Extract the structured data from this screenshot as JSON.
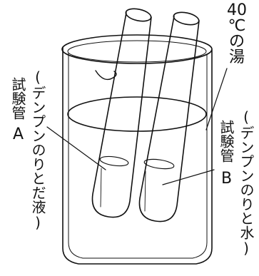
{
  "labels": {
    "water_line1": "40",
    "water_line2": "℃",
    "water_line3": "の",
    "water_line4": "湯",
    "tube_a_sample": "(デンプンのりとだ液)",
    "tube_a_name": "試験管",
    "tube_a_letter": "A",
    "tube_b_sample": "(デンプンのりと水)",
    "tube_b_name": "試験管",
    "tube_b_letter": "B"
  }
}
